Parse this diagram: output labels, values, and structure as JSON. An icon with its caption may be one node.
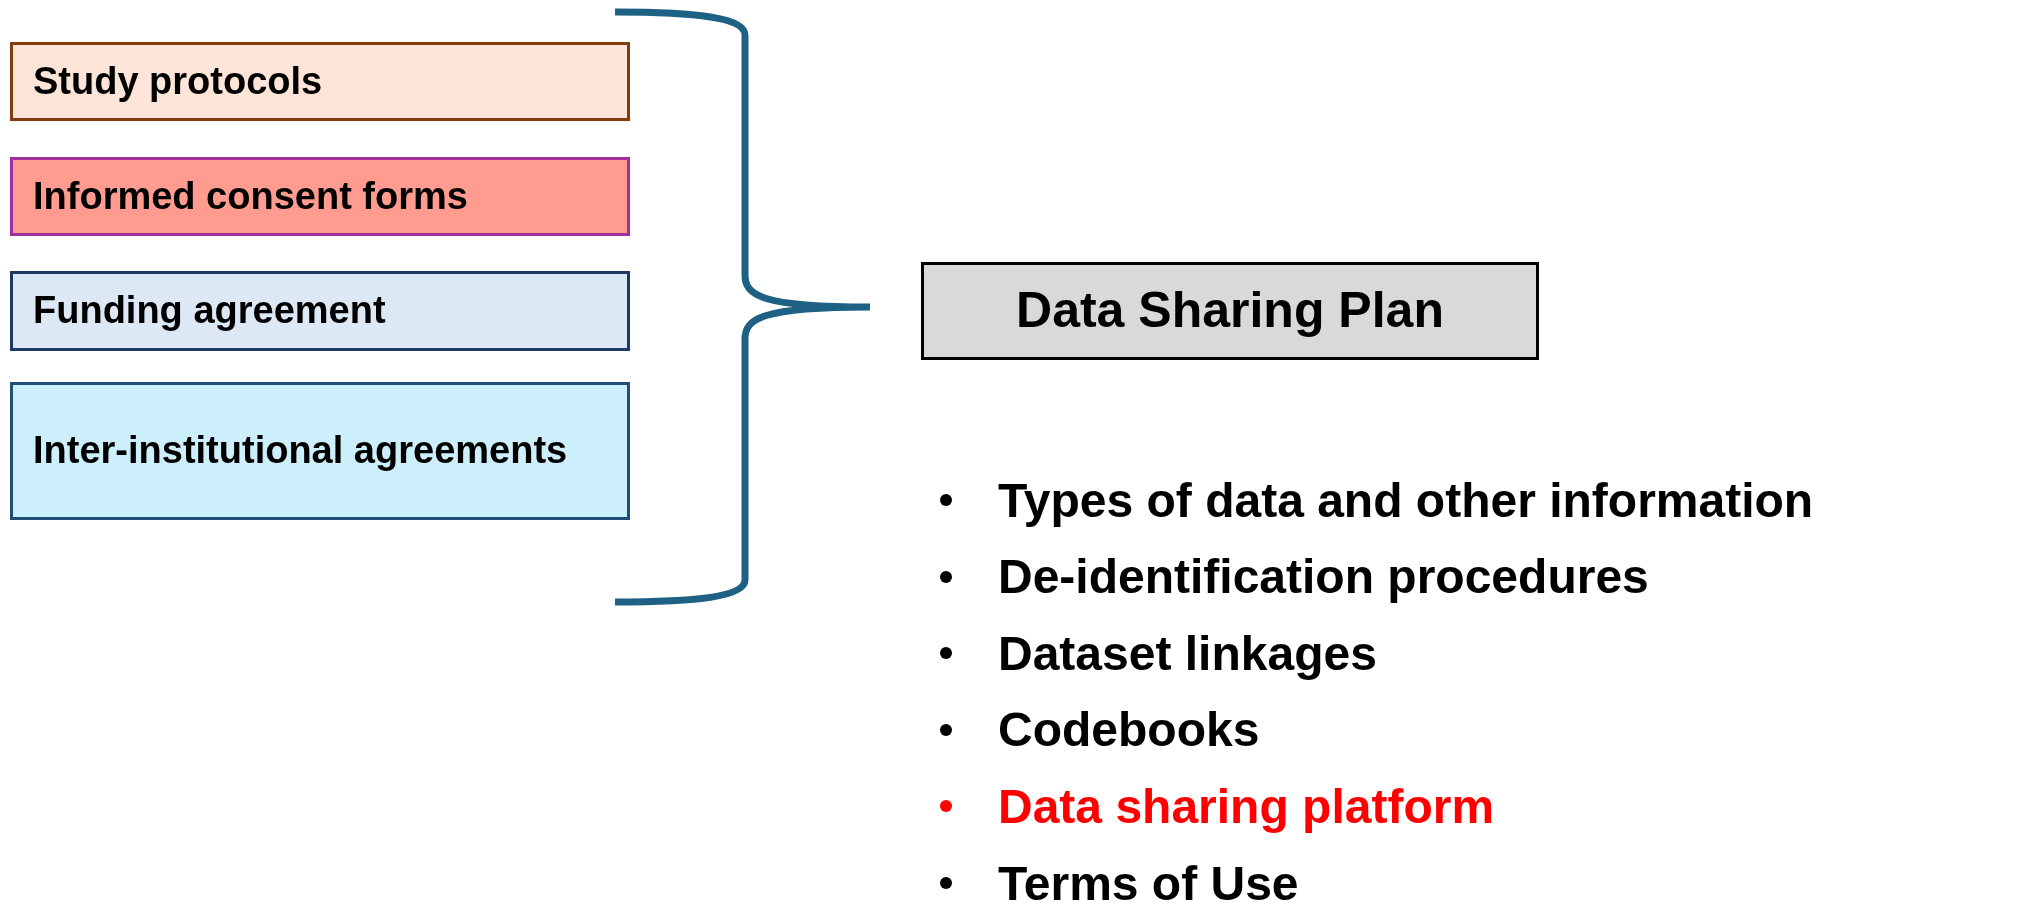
{
  "diagram": {
    "nodes": [
      {
        "text": [
          "Study protocols"
        ]
      },
      {
        "text": [
          "Informed consent forms"
        ]
      },
      {
        "text": [
          "Funding agreement"
        ]
      },
      {
        "text": [
          "Inter-institutional agreements"
        ]
      },
      {
        "text": [
          "Data Sharing Plan"
        ]
      }
    ],
    "labels": [
      "Types of data and other information",
      "De-identification procedures",
      "Dataset linkages",
      "Codebooks",
      "Data sharing platform",
      "Terms of Use"
    ]
  }
}
